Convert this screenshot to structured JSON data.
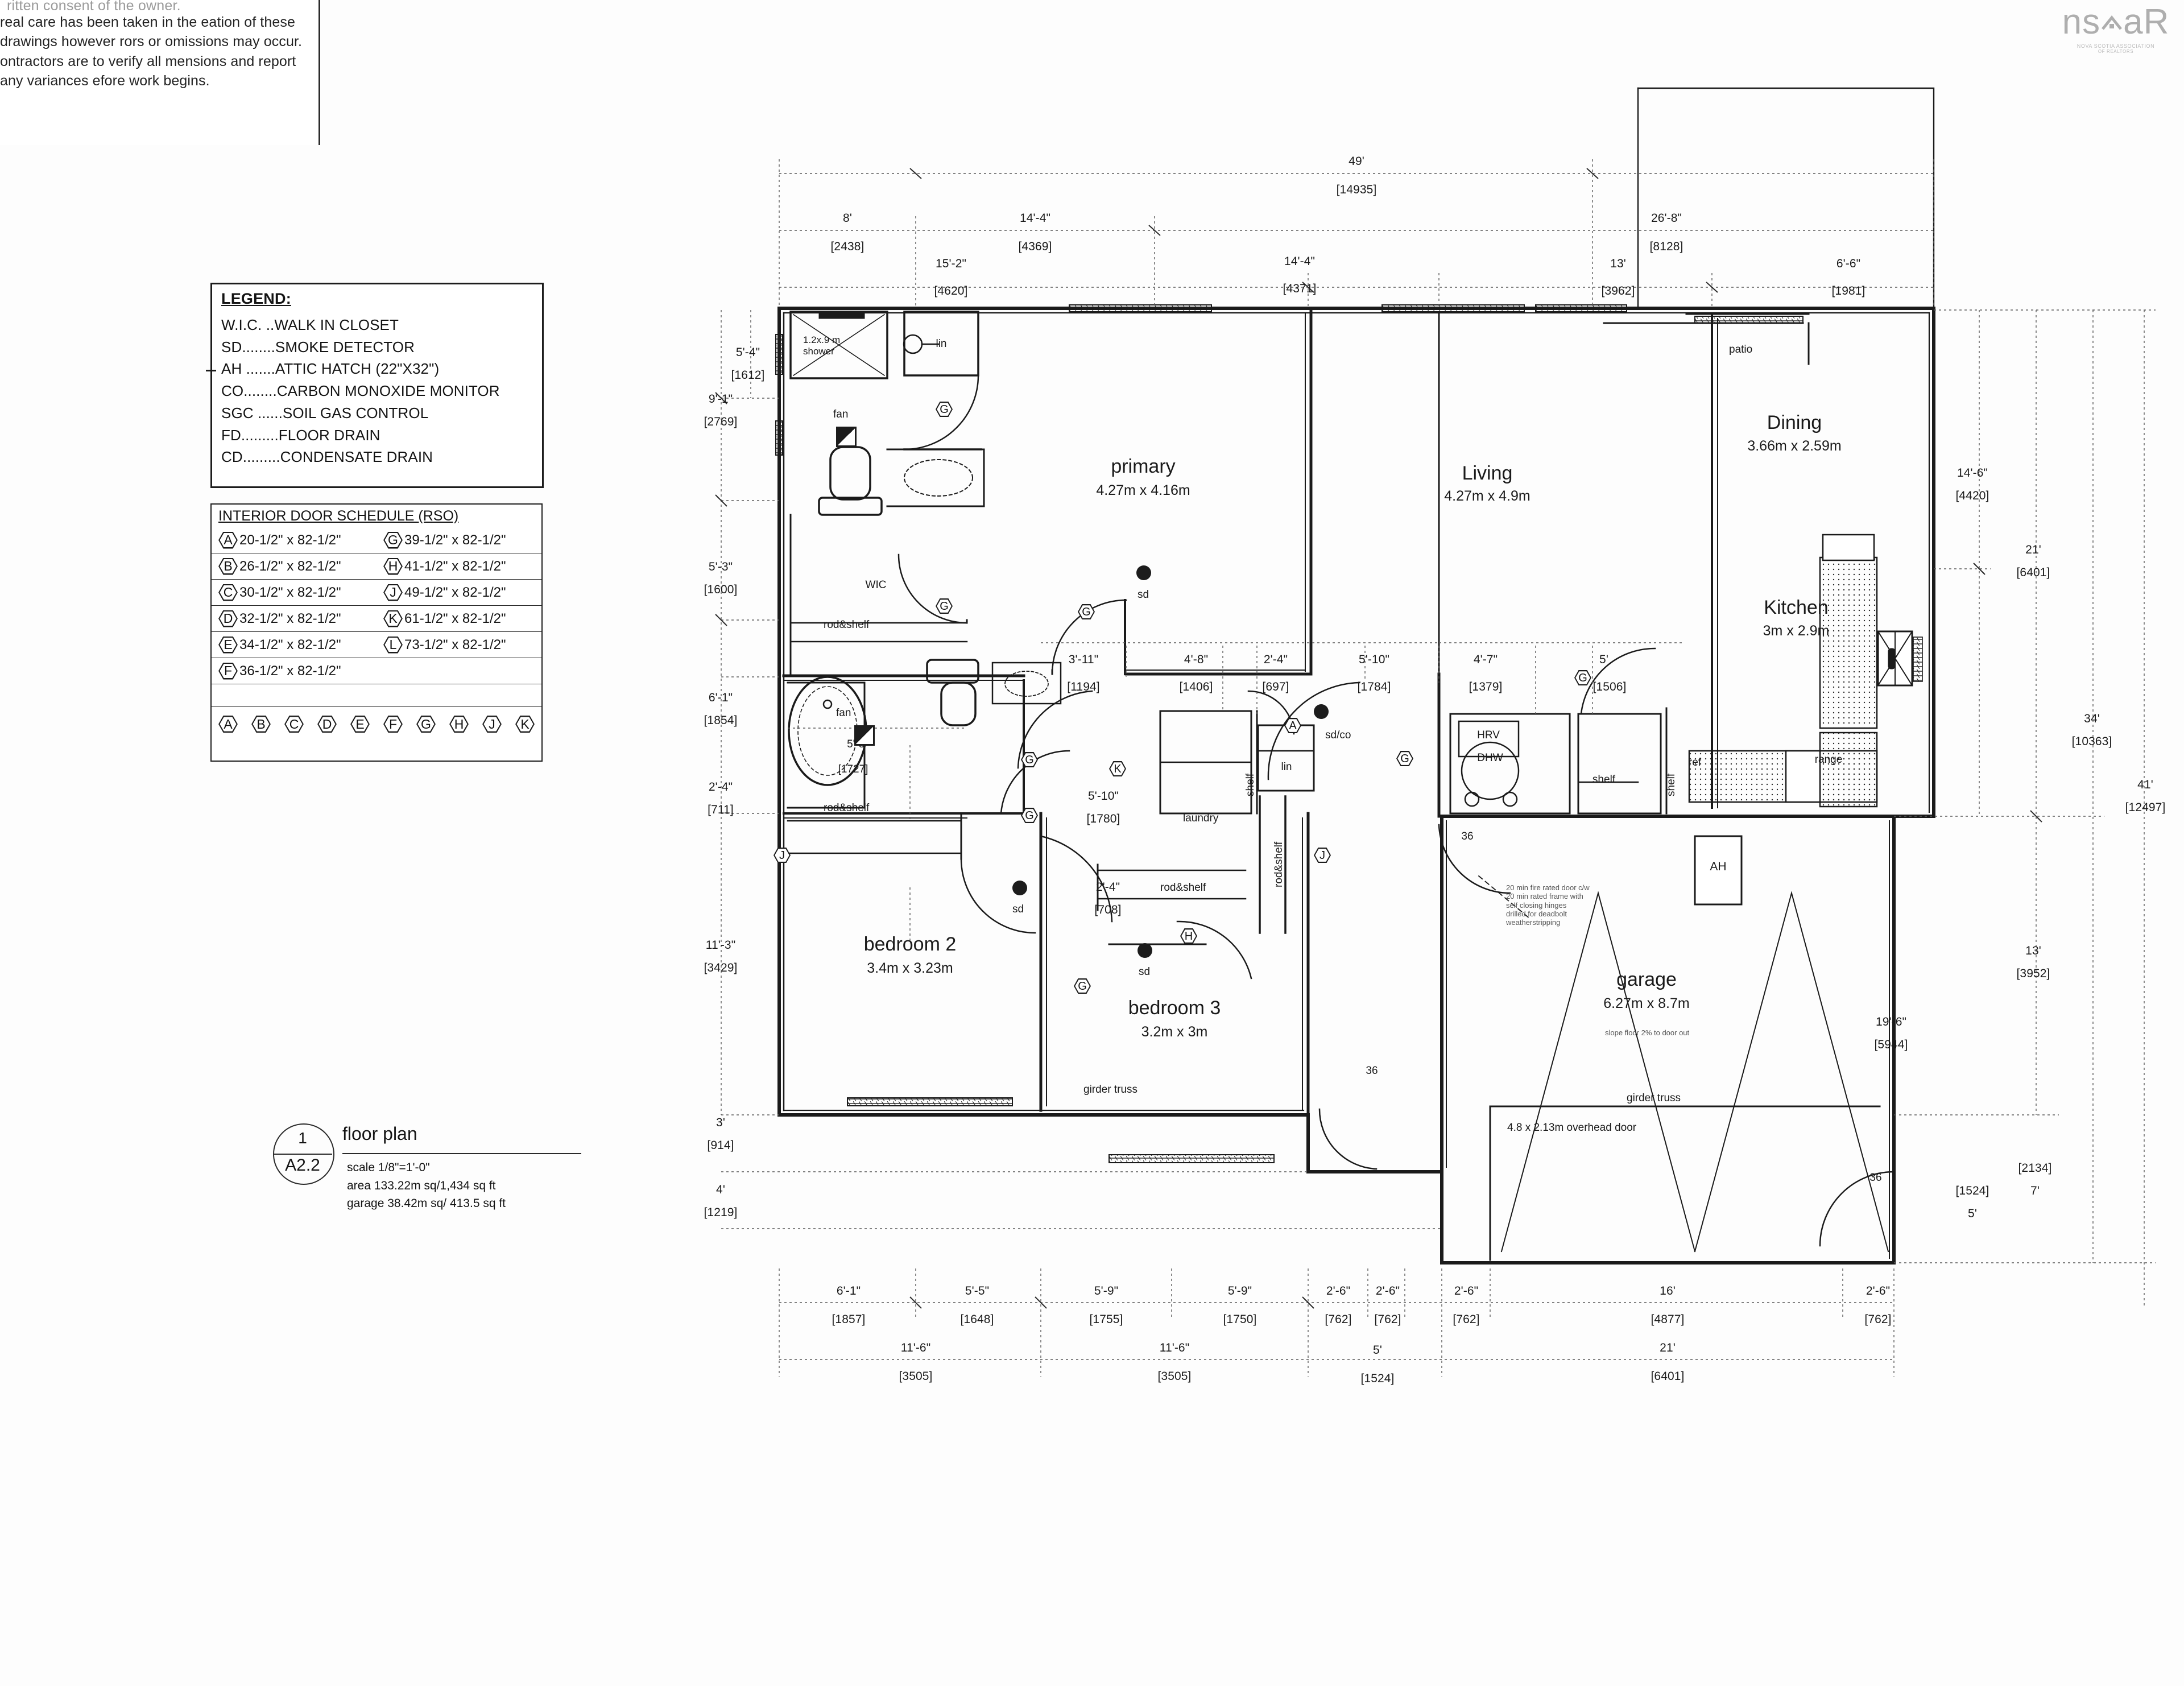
{
  "disclaimer": {
    "faded_line": "ritten consent of the owner.",
    "text": "real care has been taken in the\neation of these drawings however\nrors or omissions may occur.\nontractors are to verify all\nmensions and report any variances\nefore work begins."
  },
  "logo": {
    "mark_left": "ns",
    "mark_right": "aR",
    "sub_line1": "NOVA SCOTIA ASSOCIATION",
    "sub_line2": "OF REALTORS"
  },
  "legend": {
    "title": "LEGEND:",
    "items": [
      "W.I.C. ..WALK IN CLOSET",
      "SD........SMOKE DETECTOR",
      "AH .......ATTIC HATCH (22\"X32\")",
      "CO........CARBON MONOXIDE MONITOR",
      "SGC ......SOIL GAS CONTROL",
      "FD.........FLOOR DRAIN",
      "CD.........CONDENSATE DRAIN"
    ]
  },
  "door_schedule": {
    "title": "INTERIOR DOOR SCHEDULE (RSO)",
    "rows": [
      {
        "left_tag": "A",
        "left_size": "20-1/2\" x 82-1/2\"",
        "right_tag": "G",
        "right_size": "39-1/2\" x 82-1/2\""
      },
      {
        "left_tag": "B",
        "left_size": "26-1/2\" x 82-1/2\"",
        "right_tag": "H",
        "right_size": "41-1/2\" x 82-1/2\""
      },
      {
        "left_tag": "C",
        "left_size": "30-1/2\" x 82-1/2\"",
        "right_tag": "J",
        "right_size": "49-1/2\" x 82-1/2\""
      },
      {
        "left_tag": "D",
        "left_size": "32-1/2\" x 82-1/2\"",
        "right_tag": "K",
        "right_size": "61-1/2\" x 82-1/2\""
      },
      {
        "left_tag": "E",
        "left_size": "34-1/2\" x 82-1/2\"",
        "right_tag": "L",
        "right_size": "73-1/2\" x 82-1/2\""
      },
      {
        "left_tag": "F",
        "left_size": "36-1/2\" x 82-1/2\"",
        "right_tag": "",
        "right_size": ""
      }
    ],
    "tag_strip": [
      "A",
      "B",
      "C",
      "D",
      "E",
      "F",
      "G",
      "H",
      "J",
      "K"
    ]
  },
  "title_block": {
    "detail_number": "1",
    "sheet": "A2.2",
    "name": "floor plan",
    "scale": "scale 1/8\"=1'-0\"",
    "area": "area  133.22m sq/1,434 sq ft",
    "garage_area": "garage 38.42m sq/ 413.5 sq ft"
  },
  "rooms": [
    {
      "name": "primary",
      "dims": "4.27m x 4.16m"
    },
    {
      "name": "Living",
      "dims": "4.27m x 4.9m"
    },
    {
      "name": "Dining",
      "dims": "3.66m x 2.59m"
    },
    {
      "name": "Kitchen",
      "dims": "3m x 2.9m"
    },
    {
      "name": "bedroom 2",
      "dims": "3.4m x 3.23m"
    },
    {
      "name": "bedroom 3",
      "dims": "3.2m x 3m"
    },
    {
      "name": "garage",
      "dims": "6.27m x 8.7m"
    }
  ],
  "plan_labels": {
    "patio": "patio",
    "lin_top": "lin",
    "lin_mid": "lin",
    "wic": "WIC",
    "rod_shelf_wic": "rod&shelf",
    "rod_shelf_bed2": "rod&shelf",
    "rod_shelf_hall": "rod&shelf",
    "rod_shelf_vert": "rod&shelf",
    "shelf_laundry": "shelf",
    "shelf_mech": "shelf",
    "shelf_mech2": "shelf",
    "laundry": "laundry",
    "fan_top": "fan",
    "fan_bath": "fan",
    "sd_primary": "sd",
    "sd_hall": "sd",
    "sd_bed2": "sd",
    "sd_bed3": "sd",
    "sd_co": "sd/co",
    "shower": "1.2x.9 m\nshower",
    "hrv": "HRV",
    "dhw": "DHW",
    "ref": "ref",
    "range": "range",
    "attic_hatch": "AH",
    "girder_truss_left": "girder truss",
    "girder_truss_garage": "girder truss",
    "overhead_door": "4.8 x 2.13m overhead door",
    "garage_note": "20 min fire rated door c/w\n20 min rated frame with\nself closing hinges\ndrilled for deadbolt\nweatherstripping",
    "slope_note": "slope floor 2% to door out",
    "door36_a": "36",
    "door36_b": "36",
    "door36_c": "36",
    "door36_d": "36"
  },
  "dimensions": {
    "top": [
      {
        "feet": "49'",
        "mm": "[14935]"
      },
      {
        "feet": "8'",
        "mm": "[2438]"
      },
      {
        "feet": "14'-4\"",
        "mm": "[4369]"
      },
      {
        "feet": "26'-8\"",
        "mm": "[8128]"
      },
      {
        "feet": "15'-2\"",
        "mm": "[4620]"
      },
      {
        "feet": "14'-4\"",
        "mm": "[4371]"
      },
      {
        "feet": "13'",
        "mm": "[3962]"
      },
      {
        "feet": "6'-6\"",
        "mm": "[1981]"
      }
    ],
    "left": [
      {
        "feet": "5'-4\"",
        "mm": "[1612]"
      },
      {
        "feet": "9'-1\"",
        "mm": "[2769]"
      },
      {
        "feet": "5'-3\"",
        "mm": "[1600]"
      },
      {
        "feet": "6'-1\"",
        "mm": "[1854]"
      },
      {
        "feet": "2'-4\"",
        "mm": "[711]"
      },
      {
        "feet": "11'-3\"",
        "mm": "[3429]"
      },
      {
        "feet": "3'",
        "mm": "[914]"
      },
      {
        "feet": "4'",
        "mm": "[1219]"
      }
    ],
    "right": [
      {
        "feet": "14'-6\"",
        "mm": "[4420]"
      },
      {
        "feet": "21'",
        "mm": "[6401]"
      },
      {
        "feet": "34'",
        "mm": "[10363]"
      },
      {
        "feet": "41'",
        "mm": "[12497]"
      },
      {
        "feet": "13'",
        "mm": "[3952]"
      },
      {
        "feet": "19'-6\"",
        "mm": "[5944]"
      },
      {
        "feet": "7'",
        "mm": "[2134]"
      },
      {
        "feet": "5'",
        "mm": "[1524]"
      }
    ],
    "bottom": [
      {
        "feet": "6'-1\"",
        "mm": "[1857]"
      },
      {
        "feet": "5'-5\"",
        "mm": "[1648]"
      },
      {
        "feet": "5'-9\"",
        "mm": "[1755]"
      },
      {
        "feet": "5'-9\"",
        "mm": "[1750]"
      },
      {
        "feet": "2'-6\"",
        "mm": "[762]"
      },
      {
        "feet": "2'-6\"",
        "mm": "[762]"
      },
      {
        "feet": "2'-6\"",
        "mm": "[762]"
      },
      {
        "feet": "16'",
        "mm": "[4877]"
      },
      {
        "feet": "2'-6\"",
        "mm": "[762]"
      },
      {
        "feet": "11'-6\"",
        "mm": "[3505]"
      },
      {
        "feet": "11'-6\"",
        "mm": "[3505]"
      },
      {
        "feet": "5'",
        "mm": "[1524]"
      },
      {
        "feet": "21'",
        "mm": "[6401]"
      }
    ],
    "interior": [
      {
        "feet": "3'-11\"",
        "mm": "[1194]"
      },
      {
        "feet": "4'-8\"",
        "mm": "[1406]"
      },
      {
        "feet": "2'-4\"",
        "mm": "[697]"
      },
      {
        "feet": "5'-10\"",
        "mm": "[1784]"
      },
      {
        "feet": "4'-7\"",
        "mm": "[1379]"
      },
      {
        "feet": "5'",
        "mm": "[1506]"
      },
      {
        "feet": "5'-10\"",
        "mm": "[1780]"
      },
      {
        "feet": "2'-4\"",
        "mm": "[708]"
      },
      {
        "feet": "5'-8\"",
        "mm": "[1727]"
      }
    ]
  },
  "door_tags_on_plan": [
    "G",
    "G",
    "G",
    "G",
    "G",
    "G",
    "G",
    "A",
    "K",
    "J",
    "J",
    "H",
    "G"
  ]
}
